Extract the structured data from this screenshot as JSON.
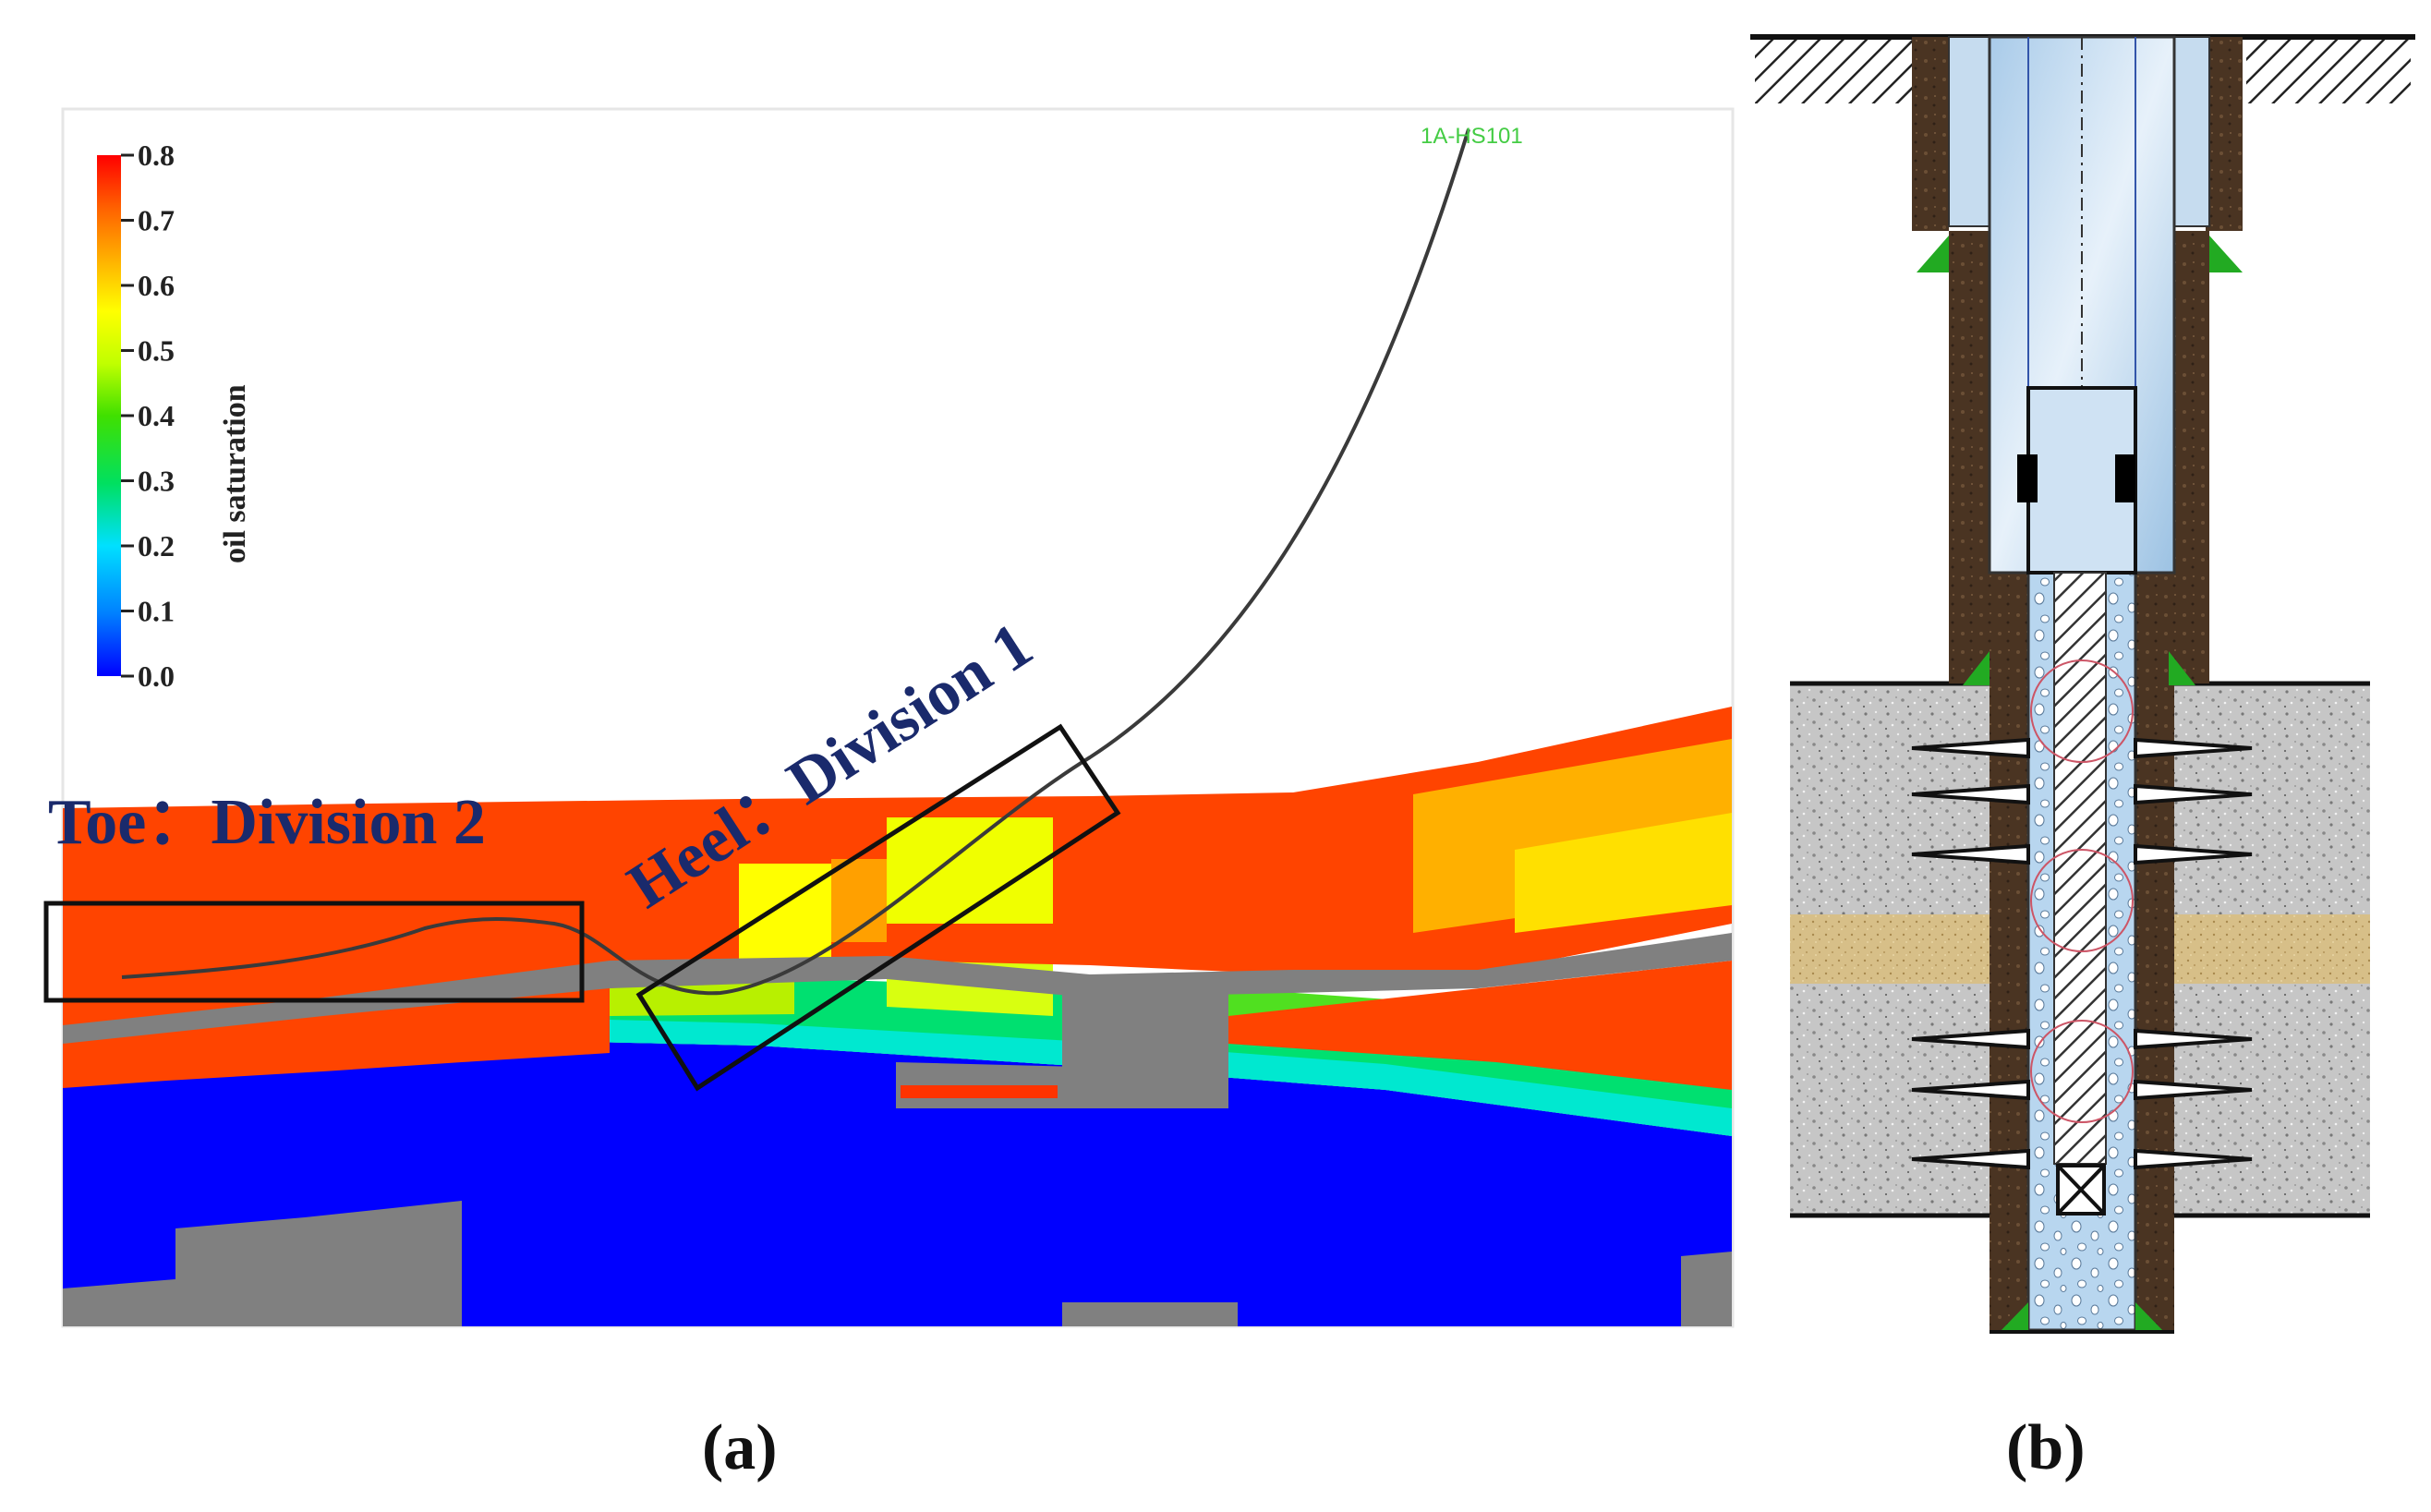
{
  "panel_a": {
    "label": "(a)",
    "well_name": "1A-HS101",
    "legend": {
      "title": "oil saturation",
      "ticks": [
        "0.8",
        "0.7",
        "0.6",
        "0.5",
        "0.4",
        "0.3",
        "0.2",
        "0.1",
        "0.0"
      ],
      "values": [
        0.8,
        0.7,
        0.6,
        0.5,
        0.4,
        0.3,
        0.2,
        0.1,
        0.0
      ],
      "range": [
        0.0,
        0.8
      ],
      "gradient": [
        "#0000ff",
        "#0080ff",
        "#00e0ff",
        "#00e060",
        "#40e000",
        "#c0ff00",
        "#ffff00",
        "#ffb000",
        "#ff6000",
        "#ff0000"
      ]
    },
    "annotations": {
      "toe": "Toe：Division 2",
      "heel": "Heel：Division 1"
    },
    "colors": {
      "high_saturation": "#ff4400",
      "water": "#0000ff",
      "nonreservoir": "#808080",
      "annotation_text": "#1a2a6c"
    }
  },
  "panel_b": {
    "label": "(b)",
    "colors": {
      "formation": "#c9c9c9",
      "target_layer": "#d8c08a",
      "cement": "#4a3420",
      "wellbore_fluid": "#bcd8ee",
      "casing_shoe": "#22aa22"
    }
  }
}
